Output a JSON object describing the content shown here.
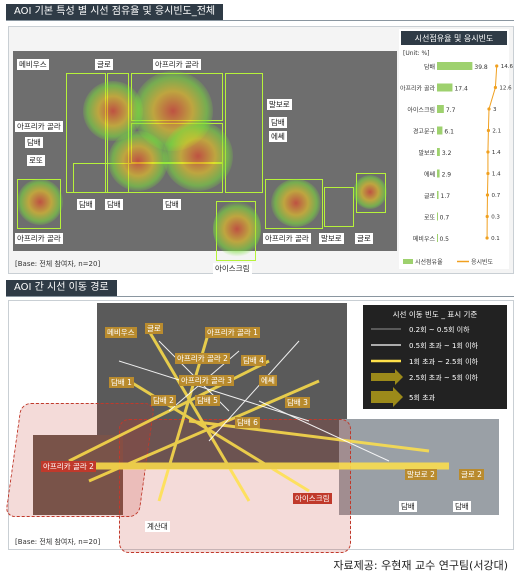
{
  "section1": {
    "title": "AOI 기본 특성 별 시선 점유율 및 응시빈도_전체",
    "base_note": "[Base: 전체 참여자, n=20]",
    "labels": {
      "mebius": "메비우스",
      "gul": "글로",
      "africa_top": "아프리카 골라",
      "marlboro": "말보로",
      "dambae_right": "담배",
      "esse": "에쎄",
      "africa_left": "아프리카 골라",
      "dambae_left": "담배",
      "lotto": "로또",
      "dambae_b1": "담배",
      "dambae_b2": "담배",
      "dambae_b3": "담배",
      "africa_far_left": "아프리카 골라",
      "icecream": "아이스크림",
      "africa_right": "아프리카 골라",
      "marlboro_bottom": "말보로",
      "gul_bottom": "글로"
    }
  },
  "chart_data": {
    "type": "bar",
    "title": "시선점유율 및 응시빈도",
    "unit": "[Unit: %]",
    "categories": [
      "담배",
      "아프리카 골라",
      "아이스크림",
      "경고문구",
      "말보로",
      "에쎄",
      "글로",
      "로또",
      "메비우스"
    ],
    "series": [
      {
        "name": "시선점유율",
        "type": "bar",
        "values": [
          39.8,
          17.4,
          7.7,
          6.1,
          3.2,
          2.9,
          1.7,
          0.7,
          0.5
        ],
        "color": "#9ed16e"
      },
      {
        "name": "응시빈도",
        "type": "line",
        "values": [
          14.6,
          12.6,
          3.0,
          2.1,
          1.4,
          1.4,
          0.7,
          0.3,
          0.1
        ],
        "color": "#f0a020"
      }
    ],
    "xlim": [
      0,
      45
    ]
  },
  "section2": {
    "title": "AOI 간 시선 이동 경로",
    "base_note": "[Base: 전체 참여자, n=20]",
    "labels": {
      "mebius": "메비우스",
      "gul": "글로",
      "africa1": "아프리카 골라 1",
      "africa2": "아프리카 골라 2",
      "dambae4": "담배 4",
      "dambae1": "담배 1",
      "africa3": "아프리카 골라 3",
      "esse": "에쎄",
      "dambae2": "담배 2",
      "dambae5": "담배 5",
      "dambae3": "담배 3",
      "dambae6": "담배 6",
      "icecream": "아이스크림",
      "marlboro2": "말보로 2",
      "gul2": "글로 2",
      "africa_big": "아프리카 골라 2",
      "cashier": "계산대",
      "dambae_r1": "담배",
      "dambae_r2": "담배"
    },
    "legend": {
      "title": "시선 이동 빈도 _ 표시 기준",
      "rows": [
        "0.2회 ~ 0.5회 이하",
        "0.5회 초과 ~ 1회 이하",
        "1회 초과 ~ 2.5회 이하",
        "2.5회 초과 ~ 5회 이하",
        "5회 초과"
      ]
    }
  },
  "credit": "자료제공: 우현재 교수 연구팀(서강대)"
}
